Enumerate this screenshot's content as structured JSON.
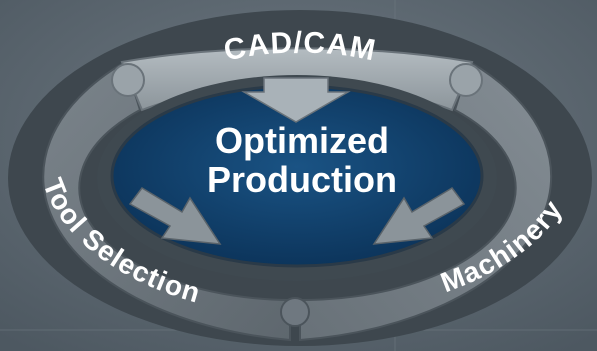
{
  "diagram": {
    "center": {
      "line1": "Optimized",
      "line2": "Production"
    },
    "segments": {
      "top": {
        "label": "CAD/CAM"
      },
      "left": {
        "label": "Tool Selection"
      },
      "right": {
        "label": "Machinery"
      }
    },
    "colors": {
      "background": "#5b6670",
      "top_segment": "#9ea7ad",
      "left_segment": "#6f7880",
      "right_segment": "#7a838a",
      "center": "#0f3d66",
      "arrow": "#a9b2b8"
    }
  }
}
